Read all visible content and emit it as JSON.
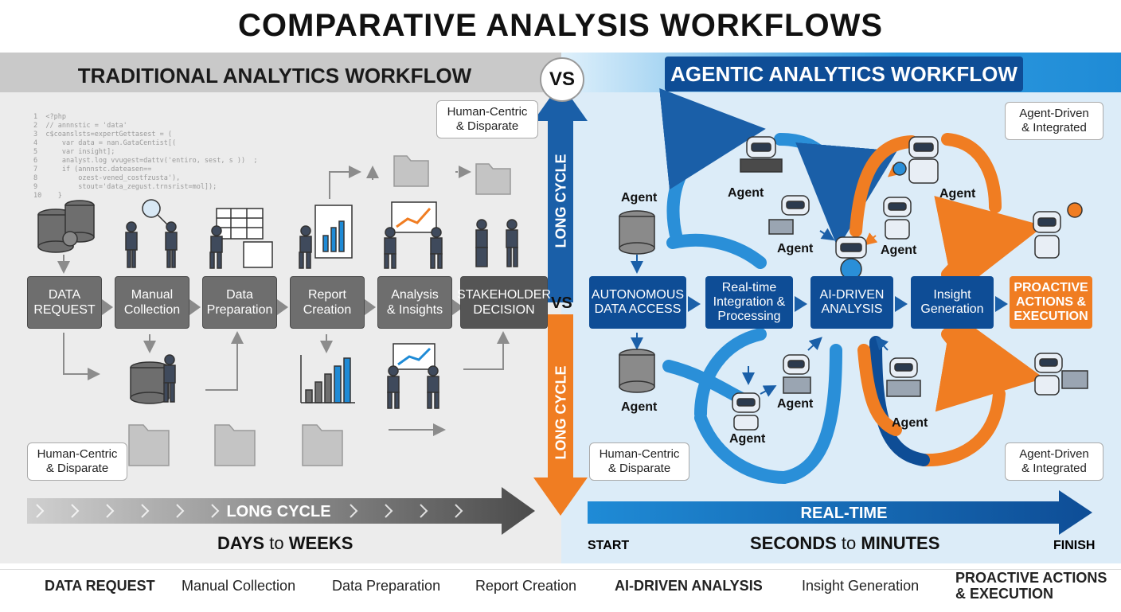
{
  "title": "COMPARATIVE ANALYSIS WORKFLOWS",
  "traditional": {
    "header": "TRADITIONAL ANALYTICS WORKFLOW",
    "tag_top": "Human-Centric\n& Disparate",
    "tag_bottom": "Human-Centric\n& Disparate",
    "steps": [
      "DATA\nREQUEST",
      "Manual\nCollection",
      "Data\nPreparation",
      "Report\nCreation",
      "Analysis\n& Insights",
      "STAKEHOLDER\nDECISION"
    ],
    "timeline_label": "LONG CYCLE",
    "duration_a": "DAYS",
    "duration_join": "to",
    "duration_b": "WEEKS",
    "code_lines": "1  <?php\n2  // annnstic = 'data'\n3  c$coanslsts=expertGettasest = (\n4      var data = nan.GataCentist[(\n5      var insight];\n6      analyst.log vvugest=dattv('entiro, sest, s ))  ;\n7      if (annnstc.dateasen==\n8          ozest-vened_costfzusta'),\n9          stout='data_zegust.trnsrist=mol]);\n10    }"
  },
  "agentic": {
    "header": "AGENTIC ANALYTICS WORKFLOW",
    "tag_top": "Agent-Driven\n& Integrated",
    "tag_bottom_left": "Human-Centric\n& Disparate",
    "tag_bottom_right": "Agent-Driven\n& Integrated",
    "steps": [
      "AUTONOMOUS\nDATA ACCESS",
      "Real-time\nIntegration &\nProcessing",
      "AI-DRIVEN\nANALYSIS",
      "Insight\nGeneration",
      "PROACTIVE\nACTIONS &\nEXECUTION"
    ],
    "agent_label": "Agent",
    "timeline_label": "REAL-TIME",
    "start": "START",
    "finish": "FINISH",
    "duration_a": "SECONDS",
    "duration_join": "to",
    "duration_b": "MINUTES"
  },
  "divider": {
    "vs": "VS",
    "long_cycle_top": "LONG CYCLE",
    "long_cycle_bottom": "LONG CYCLE"
  },
  "legend": [
    "DATA REQUEST",
    "Manual Collection",
    "Data Preparation",
    "Report Creation",
    "AI-DRIVEN ANALYSIS",
    "Insight Generation",
    "PROACTIVE ACTIONS\n& EXECUTION"
  ],
  "colors": {
    "trad_box": "#6e6e6e",
    "agent_dark": "#0e4d96",
    "agent_blue": "#1f8bd6",
    "agent_orange": "#f07d22",
    "left_bg": "#ececec",
    "right_bg": "#dcecf8"
  }
}
